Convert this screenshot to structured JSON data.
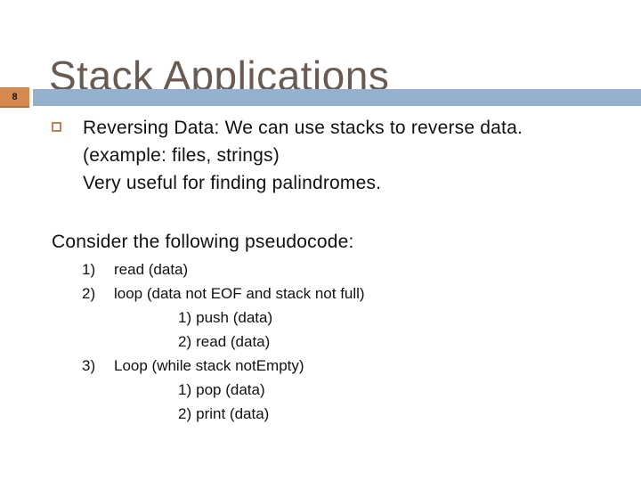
{
  "slide": {
    "title": "Stack Applications",
    "page_number": "8",
    "colors": {
      "title": "#6a5b52",
      "page_box": "#d6894e",
      "page_box_edge": "#b5713c",
      "bar": "#96b1cd",
      "bullet_outline": "#c08258",
      "text": "#111111"
    },
    "bullet": {
      "lines": [
        "Reversing Data: We can use stacks to reverse data.",
        "(example: files, strings)",
        "Very useful for finding palindromes."
      ]
    },
    "pseudocode": {
      "intro": "Consider the following pseudocode:",
      "items": [
        {
          "num": "1)",
          "text": "read (data)",
          "level": "1"
        },
        {
          "num": "2)",
          "text": "loop (data not EOF and stack not full)",
          "level": "1"
        },
        {
          "num": "1)",
          "text": "push (data)",
          "level": "2"
        },
        {
          "num": "2)",
          "text": "read (data)",
          "level": "2"
        },
        {
          "num": "3)",
          "text": "Loop (while stack notEmpty)",
          "level": "1"
        },
        {
          "num": "1)",
          "text": "pop (data)",
          "level": "2"
        },
        {
          "num": "2)",
          "text": "print (data)",
          "level": "2"
        }
      ]
    }
  }
}
